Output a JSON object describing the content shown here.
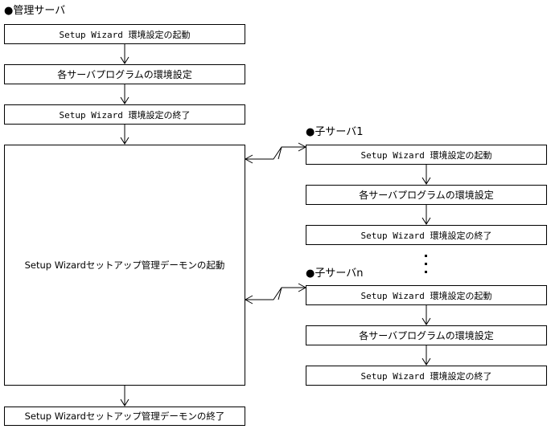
{
  "main_server": {
    "label": "●管理サーバ",
    "steps": {
      "s1": "Setup Wizard 環境設定の起動",
      "s2": "各サーバプログラムの環境設定",
      "s3": "Setup Wizard 環境設定の終了",
      "daemon_start": "Setup Wizardセットアップ管理デーモンの起動",
      "daemon_end": "Setup Wizardセットアップ管理デーモンの終了"
    }
  },
  "child1": {
    "label": "●子サーバ1",
    "s1": "Setup Wizard 環境設定の起動",
    "s2": "各サーバプログラムの環境設定",
    "s3": "Setup Wizard 環境設定の終了"
  },
  "childn": {
    "label": "●子サーバn",
    "s1": "Setup Wizard 環境設定の起動",
    "s2": "各サーバプログラムの環境設定",
    "s3": "Setup Wizard 環境設定の終了"
  }
}
